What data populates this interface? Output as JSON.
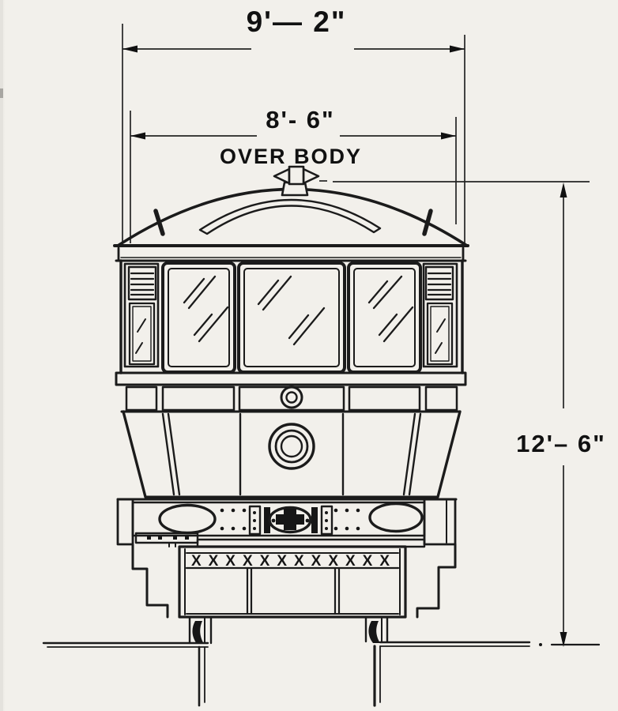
{
  "meta": {
    "title": "Streetcar front elevation technical drawing",
    "drawing_type": "dimensioned front elevation, black ink on aged paper"
  },
  "colors": {
    "ink": "#1b1b1b",
    "dimension_ink": "#242424",
    "paper": "#f2f0eb"
  },
  "annotations": {
    "overall_width": "9'— 2\"",
    "body_width": "8'- 6\"",
    "body_width_caption": "OVER BODY",
    "overall_height": "12'– 6\""
  },
  "decorations": {
    "anticlimber_lattice": "XXXXXXXXXXXX"
  }
}
